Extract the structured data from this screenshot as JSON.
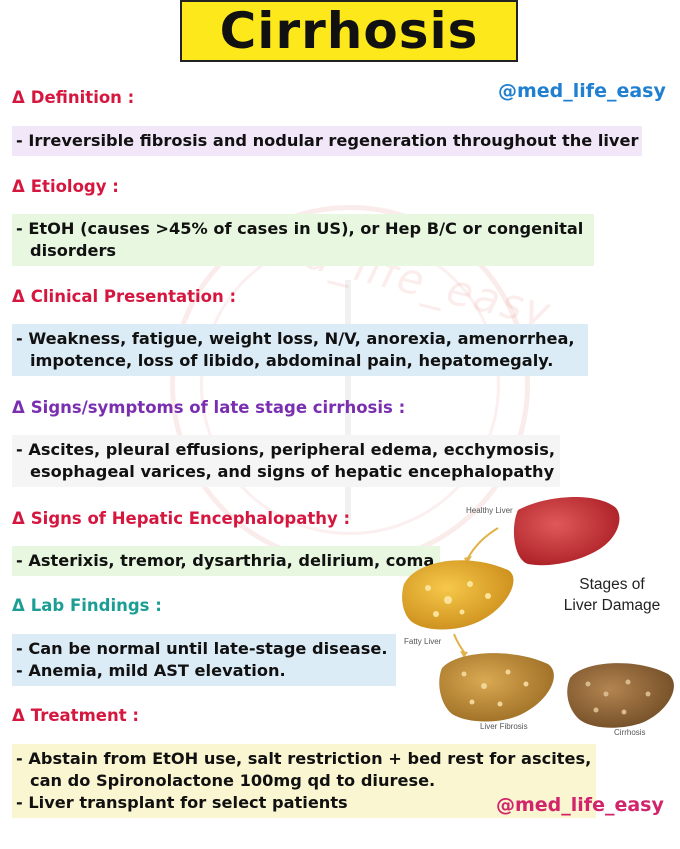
{
  "title": "Cirrhosis",
  "handle_top": "@med_life_easy",
  "handle_bottom": "@med_life_easy",
  "sections": [
    {
      "triangle": "Δ",
      "heading": "Definition :",
      "color": "#d5173f",
      "box_color": "#f1e7f8",
      "lines": [
        "- Irreversible fibrosis and nodular regeneration throughout the liver"
      ]
    },
    {
      "triangle": "Δ",
      "heading": "Etiology :",
      "color": "#d5173f",
      "box_color": "#e8f8e0",
      "lines": [
        " - EtOH (causes >45% of cases in US), or Hep B/C or congenital",
        "disorders"
      ]
    },
    {
      "triangle": "Δ",
      "heading": "Clinical Presentation :",
      "color": "#d5173f",
      "box_color": "#dcecf7",
      "lines": [
        "- Weakness, fatigue, weight loss, N/V, anorexia, amenorrhea,",
        "impotence, loss of libido, abdominal pain, hepatomegaly."
      ]
    },
    {
      "triangle": "Δ",
      "heading": "Signs/symptoms of late stage cirrhosis :",
      "color": "#7a2fb0",
      "box_color": "#f5f5f5",
      "lines": [
        "- Ascites, pleural effusions, peripheral edema, ecchymosis,",
        "esophageal varices, and signs of hepatic encephalopathy"
      ]
    },
    {
      "triangle": "Δ",
      "heading": "Signs of Hepatic Encephalopathy :",
      "color": "#d5173f",
      "box_color": "#e8f8e0",
      "lines": [
        "- Asterixis, tremor, dysarthria, delirium, coma"
      ]
    },
    {
      "triangle": "Δ",
      "heading": "Lab Findings :",
      "color": "#1c9e94",
      "box_color": "#dcecf7",
      "lines": [
        "- Can be normal until late-stage disease.",
        "- Anemia, mild AST elevation."
      ]
    },
    {
      "triangle": "Δ",
      "heading": "Treatment :",
      "color": "#d5173f",
      "box_color": "#fbf6d2",
      "lines": [
        "- Abstain from EtOH use, salt restriction + bed rest for ascites,",
        "can do Spironolactone 100mg qd to diurese.",
        "- Liver transplant for select patients"
      ]
    }
  ],
  "watermark_text": "med_life_easy",
  "diagram": {
    "title_line1": "Stages of",
    "title_line2": "Liver Damage",
    "healthy": "Healthy Liver",
    "fatty": "Fatty Liver",
    "fibrosis": "Liver Fibrosis",
    "cirrhosis": "Cirrhosis"
  }
}
